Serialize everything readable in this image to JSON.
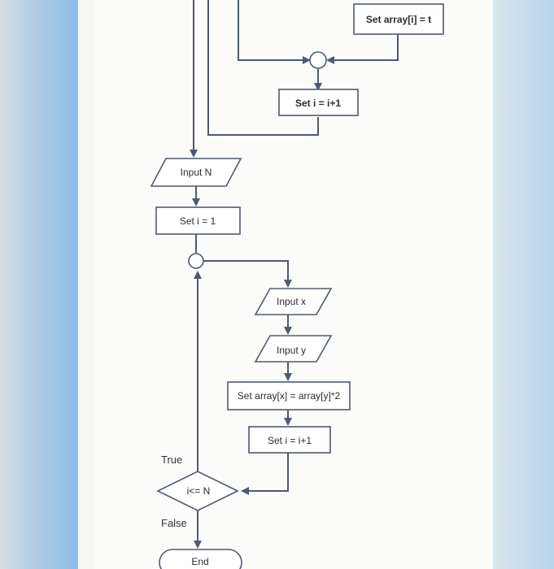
{
  "flowchart": {
    "top_section": {
      "set_array_i": "Set array[i] = t",
      "set_i_increment": "Set i = i+1"
    },
    "main": {
      "input_n": "Input N",
      "set_i_init": "Set i = 1",
      "input_x": "Input x",
      "input_y": "Input y",
      "set_array_x": "Set array[x] = array[y]*2",
      "set_i_increment": "Set i = i+1",
      "condition": "i<= N",
      "true_label": "True",
      "false_label": "False",
      "end": "End"
    }
  }
}
